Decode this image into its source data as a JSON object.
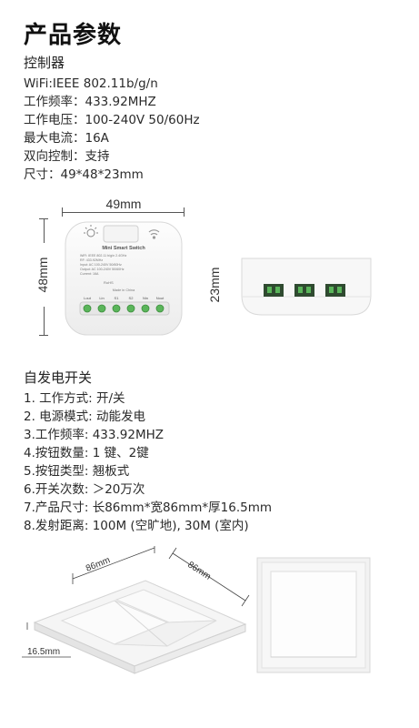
{
  "title": "产品参数",
  "controller": {
    "heading": "控制器",
    "specs": [
      "WiFi:IEEE 802.11b/g/n",
      "工作频率：433.92MHZ",
      "工作电压：100-240V 50/60Hz",
      "最大电流：16A",
      "双向控制：支持",
      "尺寸：49*48*23mm"
    ],
    "dims": {
      "width": "49mm",
      "height": "48mm",
      "depth": "23mm"
    },
    "device_label": {
      "name": "Mini Smart Switch",
      "line1": "WiFi: IEEE 802.11 b/g/n  2.4GHz",
      "line2": "RF: 433.92MHz",
      "line3": "Input: AC 100-240V  50/60Hz",
      "line4": "Output: AC 100-240V  50/60Hz",
      "line5": "Current: 16A",
      "rohs": "RoHS",
      "made": "Made in China",
      "terminals": [
        "Lout",
        "Lin",
        "S1",
        "S2",
        "Nin",
        "Nout"
      ]
    }
  },
  "switch": {
    "heading": "自发电开关",
    "specs": [
      "1. 工作方式: 开/关",
      "2. 电源模式: 动能发电",
      "3.工作频率: 433.92MHZ",
      "4.按钮数量: 1 键、2键",
      "5.按钮类型: 翘板式",
      "6.开关次数: ＞20万次",
      "7.产品尺寸: 长86mm*宽86mm*厚16.5mm",
      "8.发射距离: 100M (空旷地), 30M (室内)"
    ],
    "dims": {
      "left": "86mm",
      "right": "86mm",
      "thickness": "16.5mm"
    }
  }
}
